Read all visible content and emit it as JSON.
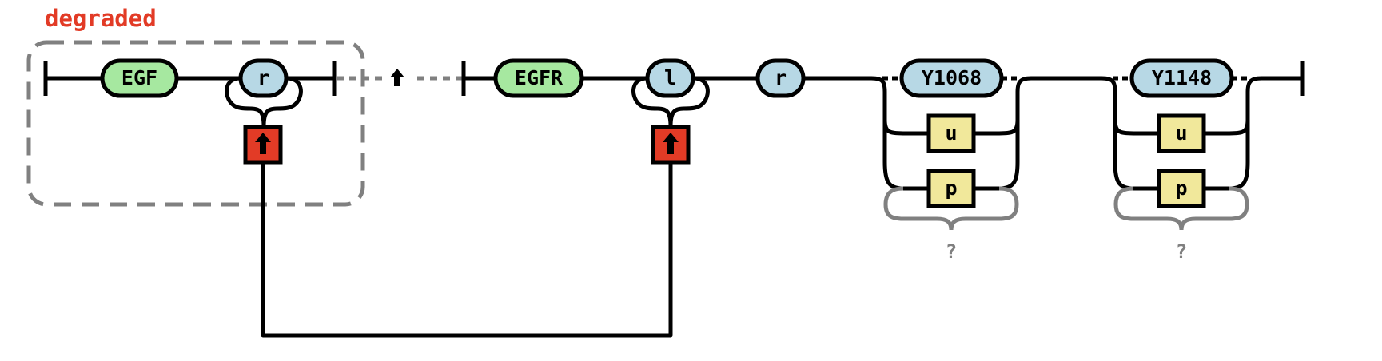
{
  "colors": {
    "agent": "#a6e8a0",
    "site": "#b7d8e5",
    "state": "#f1e89b",
    "bond": "#e23b26",
    "degraded_label": "#e23b26",
    "group_border": "#808080"
  },
  "group": {
    "label": "degraded"
  },
  "separator": {
    "icon": "arrow-up-icon",
    "glyph": "🠉"
  },
  "agents": [
    {
      "name": "EGF",
      "sites": [
        {
          "name": "r",
          "bond_icon": "arrow-up-icon"
        }
      ]
    },
    {
      "name": "EGFR",
      "sites": [
        {
          "name": "l",
          "bond_icon": "arrow-up-icon"
        },
        {
          "name": "r"
        },
        {
          "name": "Y1068",
          "states": [
            "u",
            "p"
          ],
          "optional_label": "?"
        },
        {
          "name": "Y1148",
          "states": [
            "u",
            "p"
          ],
          "optional_label": "?"
        }
      ]
    }
  ],
  "bonds": [
    {
      "from": "EGF.r",
      "to": "EGFR.l"
    }
  ]
}
